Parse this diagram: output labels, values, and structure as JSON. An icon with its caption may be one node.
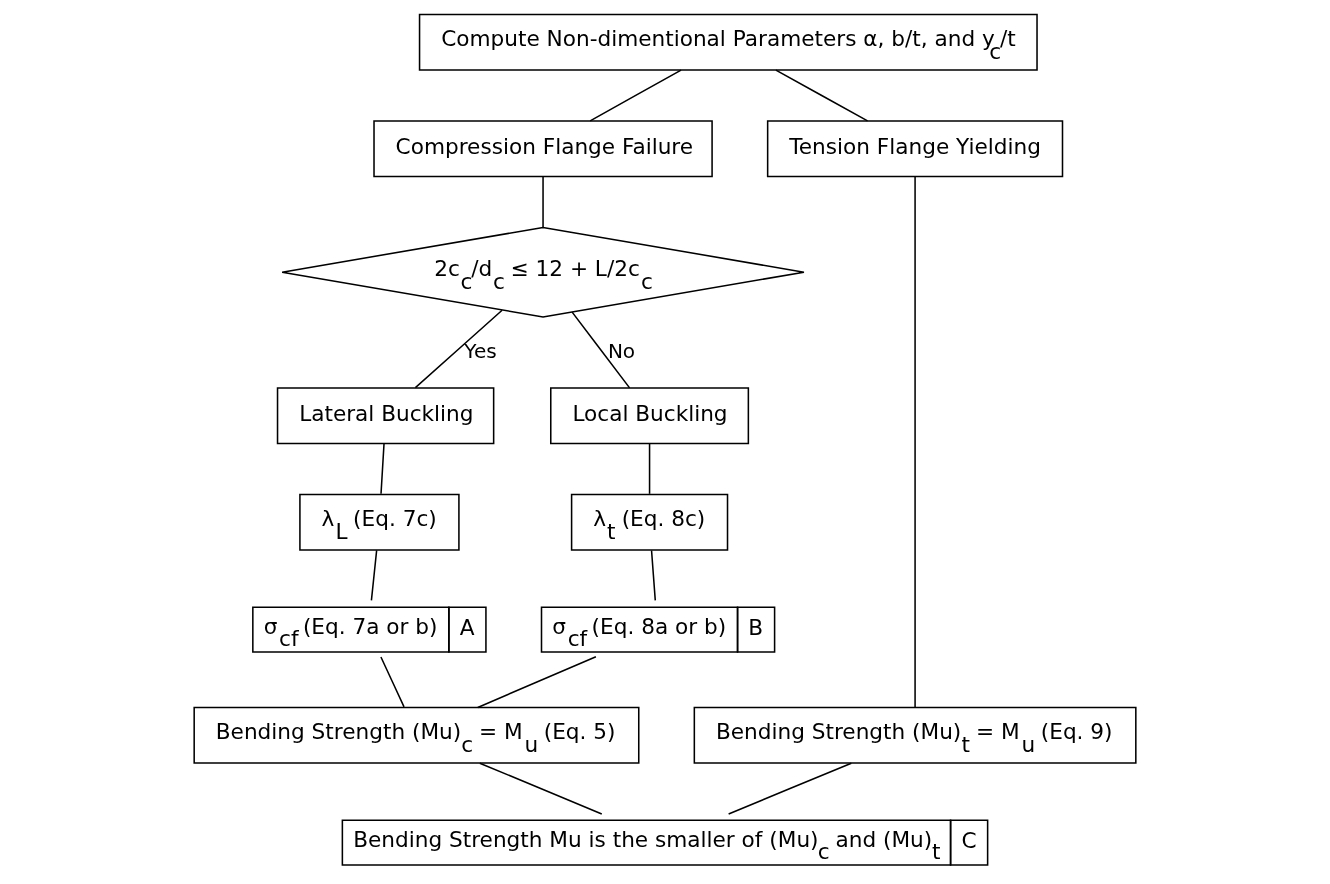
{
  "diagram": {
    "nodes": [
      {
        "text": [
          "Compute Non-dimentional Parameters α, b/t, and y$_{c}$/t"
        ]
      },
      {
        "text": [
          "Compression Flange Failure"
        ]
      },
      {
        "text": [
          "Tension Flange Yielding"
        ]
      },
      {
        "text": [
          "2c$_{c}$/d$_{c}$ ≤ 12 + L/2c$_{c}$"
        ]
      },
      {
        "text": [
          "Lateral Buckling"
        ]
      },
      {
        "text": [
          "Local Buckling"
        ]
      },
      {
        "text": [
          "λ$_{L}$ (Eq. 7c)"
        ]
      },
      {
        "text": [
          "λ$_{t}$ (Eq. 8c)"
        ]
      },
      {
        "text": [
          "σ$_{cf}$ (Eq. 7a or b)",
          "A"
        ]
      },
      {
        "text": [
          "σ$_{cf}$ (Eq. 8a or b)",
          "B"
        ]
      },
      {
        "text": [
          "Bending Strength (Mu)$_{c}$ = M$_{u}$ (Eq. 5)"
        ]
      },
      {
        "text": [
          "Bending Strength (Mu)$_{t}$ = M$_{u}$ (Eq. 9)"
        ]
      },
      {
        "text": [
          "Bending Strength Mu is the smaller of (Mu)$_{c}$ and (Mu)$_{t}$",
          "C"
        ]
      }
    ],
    "edges": [
      {
        "from": 0,
        "to": 1,
        "arrow": "none"
      },
      {
        "from": 0,
        "to": 2,
        "arrow": "none"
      },
      {
        "from": 1,
        "to": 3,
        "arrow": "none"
      },
      {
        "from": 3,
        "to": 4,
        "arrow": "none",
        "label": "Yes"
      },
      {
        "from": 3,
        "to": 5,
        "arrow": "none",
        "label": "No"
      },
      {
        "from": 4,
        "to": 6,
        "arrow": "none"
      },
      {
        "from": 5,
        "to": 7,
        "arrow": "none"
      },
      {
        "from": 6,
        "to": 8,
        "arrow": "none"
      },
      {
        "from": 7,
        "to": 9,
        "arrow": "none"
      },
      {
        "from": 8,
        "to": 10,
        "arrow": "none"
      },
      {
        "from": 9,
        "to": 10,
        "arrow": "none"
      },
      {
        "from": 2,
        "to": 11,
        "arrow": "none"
      },
      {
        "from": 10,
        "to": 12,
        "arrow": "none"
      },
      {
        "from": 11,
        "to": 12,
        "arrow": "none"
      }
    ]
  }
}
